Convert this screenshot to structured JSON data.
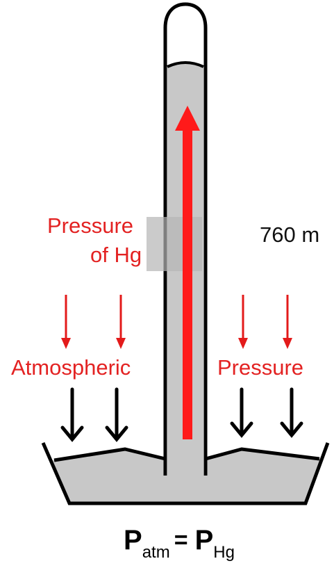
{
  "labels": {
    "pressure_of_hg_line1": "Pressure",
    "pressure_of_hg_line2": "of Hg",
    "column_height": "760 m",
    "atmospheric": "Atmospheric",
    "pressure": "Pressure"
  },
  "equation": {
    "lhs": "P",
    "lhs_sub": "atm",
    "equals": "=",
    "rhs": "P",
    "rhs_sub": "Hg"
  },
  "colors": {
    "mercury": "#c8c8c8",
    "arrow_red": "#ff1a1a",
    "label_red": "#e32222",
    "outline": "#000000"
  }
}
